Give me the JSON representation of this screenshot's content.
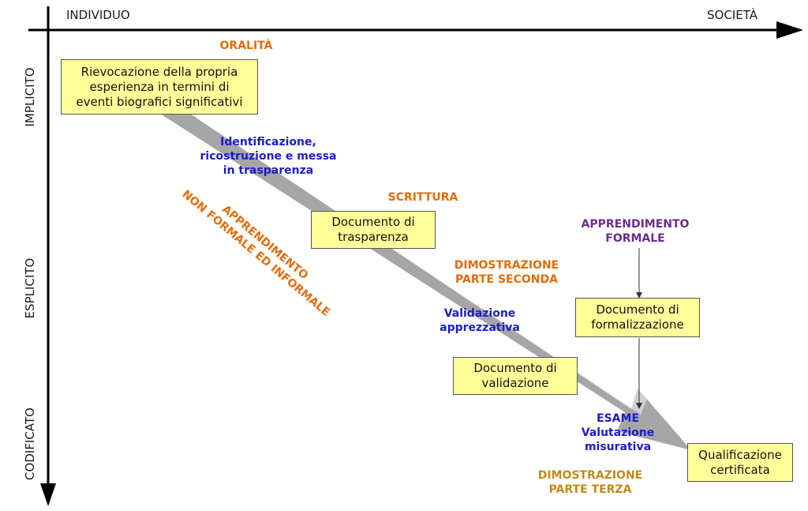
{
  "axes": {
    "horizontal_left": "INDIVIDUO",
    "horizontal_right": "SOCIETÀ",
    "vertical_top": "IMPLICITO",
    "vertical_middle": "ESPLICITO",
    "vertical_bottom": "CODIFICATO"
  },
  "boxes": {
    "rievocazione": "Rievocazione della propria\nesperienza in termini di\neventi biografici significativi",
    "trasparenza": "Documento di\ntrasparenza",
    "validazione": "Documento di\nvalidazione",
    "formalizzazione": "Documento di\nformalizzazione",
    "qualificazione": "Qualificazione\ncertificata"
  },
  "labels": {
    "oralita": "ORALITÀ",
    "scrittura": "SCRITTURA",
    "identificazione": "Identificazione,\nricostruzione e messa\nin trasparenza",
    "apprendimento_nonformale": "APPRENDIMENTO\nNON FORMALE ED INFORMALE",
    "dimostrazione_seconda": "DIMOSTRAZIONE\nPARTE SECONDA",
    "validazione_apprezzativa": "Validazione\napprezzativa",
    "apprendimento_formale": "APPRENDIMENTO\nFORMALE",
    "esame": "ESAME\nValutazione\nmisurativa",
    "dimostrazione_terza": "DIMOSTRAZIONE\nPARTE TERZA"
  },
  "colors": {
    "box_fill": "#ffff99",
    "orange": "#e36c0a",
    "blue": "#1c1ccc",
    "purple": "#6b2c91",
    "gold": "#c08a1a",
    "arrow_dark": "#a6a6a6",
    "arrow_light": "#d9d9d9"
  }
}
